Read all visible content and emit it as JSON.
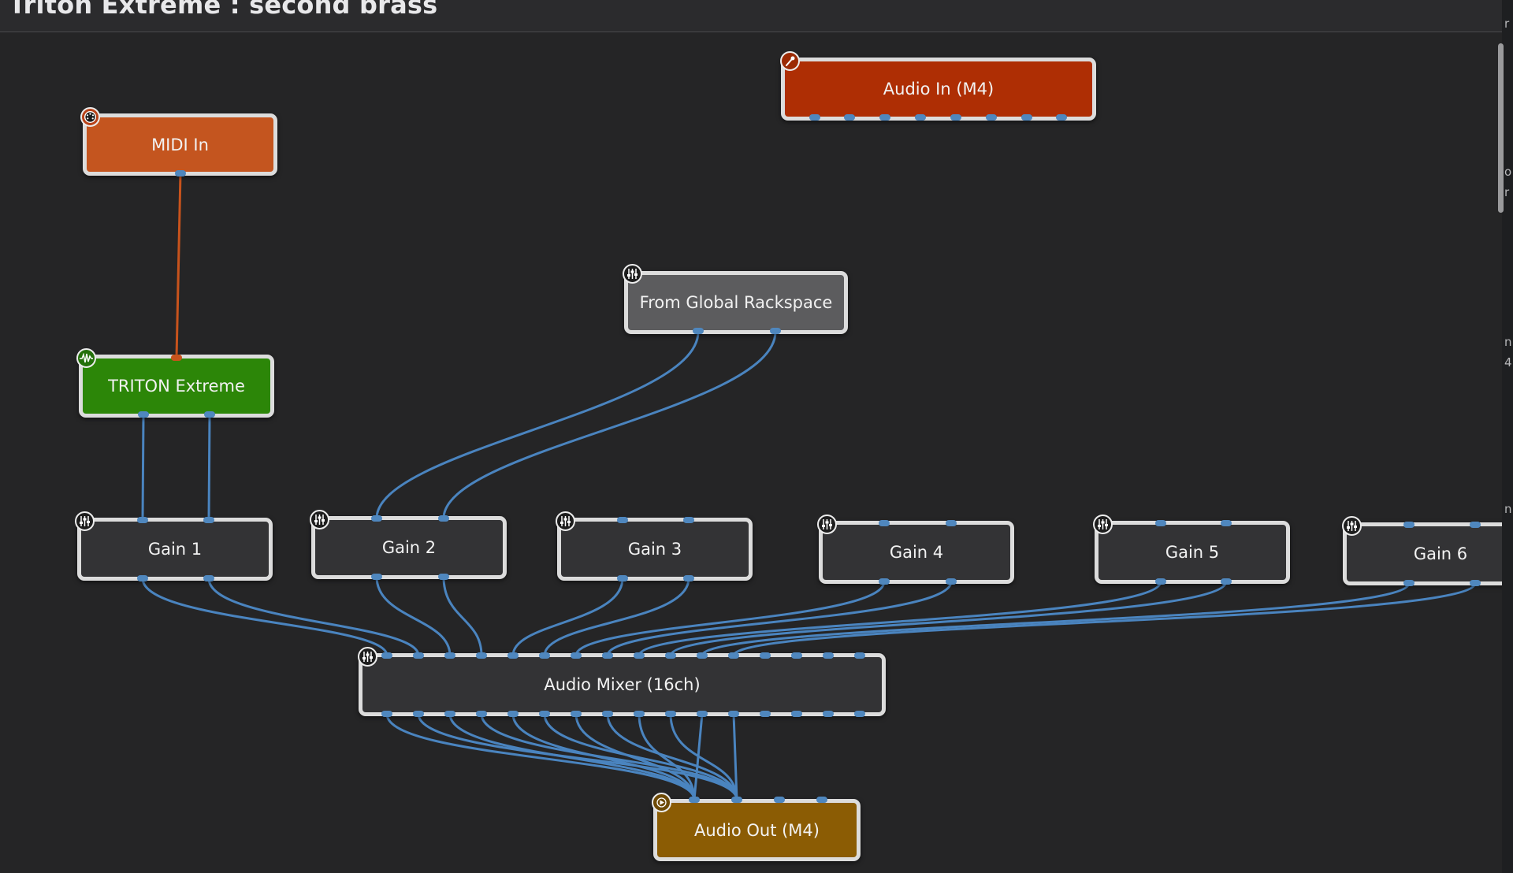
{
  "window": {
    "title": "Triton Extreme : second brass"
  },
  "colors": {
    "background": "#252526",
    "audio_wire": "#4a84bf",
    "midi_wire": "#c8531c",
    "node_border": "#dcdcdc",
    "midi_in": "#c4551f",
    "audio_in": "#ae2e04",
    "instrument": "#2c8608",
    "global_rackspace": "#5c5c5e",
    "gain": "#333335",
    "mixer": "#333335",
    "audio_out": "#8b5c04"
  },
  "nodes": {
    "midi_in": {
      "label": "MIDI In",
      "icon": "midi-port-icon"
    },
    "audio_in": {
      "label": "Audio In (M4)",
      "icon": "microphone-icon"
    },
    "triton": {
      "label": "TRITON Extreme",
      "icon": "waveform-icon"
    },
    "global_rackspace": {
      "label": "From Global Rackspace",
      "icon": "sliders-icon"
    },
    "gain1": {
      "label": "Gain 1",
      "icon": "sliders-icon"
    },
    "gain2": {
      "label": "Gain 2",
      "icon": "sliders-icon"
    },
    "gain3": {
      "label": "Gain 3",
      "icon": "sliders-icon"
    },
    "gain4": {
      "label": "Gain 4",
      "icon": "sliders-icon"
    },
    "gain5": {
      "label": "Gain 5",
      "icon": "sliders-icon"
    },
    "gain6": {
      "label": "Gain 6",
      "icon": "sliders-icon"
    },
    "mixer": {
      "label": "Audio Mixer (16ch)",
      "icon": "sliders-icon"
    },
    "audio_out": {
      "label": "Audio Out (M4)",
      "icon": "speaker-icon"
    }
  },
  "right_edge_text": {
    "c1": "r",
    "c2": "o",
    "c3": "r",
    "c4": "n",
    "c5": "4",
    "c6": "n"
  }
}
